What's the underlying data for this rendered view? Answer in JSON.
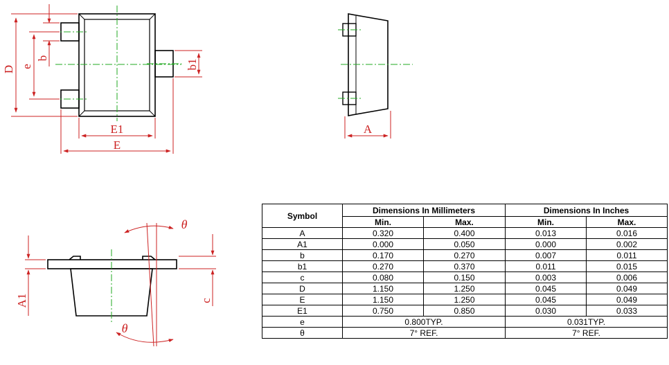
{
  "drawing": {
    "colors": {
      "outline": "#000000",
      "dimension": "#cc2222",
      "centerline": "#22aa22"
    },
    "labels": {
      "D": "D",
      "e": "e",
      "b": "b",
      "b1": "b1",
      "E1": "E1",
      "E": "E",
      "A": "A",
      "A1": "A1",
      "c": "c",
      "theta_top": "θ",
      "theta_bottom": "θ"
    }
  },
  "table": {
    "symbol_header": "Symbol",
    "group_headers": [
      "Dimensions In Millimeters",
      "Dimensions In Inches"
    ],
    "sub_headers": [
      "Min.",
      "Max.",
      "Min.",
      "Max."
    ],
    "rows": [
      {
        "symbol": "A",
        "values": [
          "0.320",
          "0.400",
          "0.013",
          "0.016"
        ]
      },
      {
        "symbol": "A1",
        "values": [
          "0.000",
          "0.050",
          "0.000",
          "0.002"
        ]
      },
      {
        "symbol": "b",
        "values": [
          "0.170",
          "0.270",
          "0.007",
          "0.011"
        ]
      },
      {
        "symbol": "b1",
        "values": [
          "0.270",
          "0.370",
          "0.011",
          "0.015"
        ]
      },
      {
        "symbol": "c",
        "values": [
          "0.080",
          "0.150",
          "0.003",
          "0.006"
        ]
      },
      {
        "symbol": "D",
        "values": [
          "1.150",
          "1.250",
          "0.045",
          "0.049"
        ]
      },
      {
        "symbol": "E",
        "values": [
          "1.150",
          "1.250",
          "0.045",
          "0.049"
        ]
      },
      {
        "symbol": "E1",
        "values": [
          "0.750",
          "0.850",
          "0.030",
          "0.033"
        ]
      }
    ],
    "typ_rows": [
      {
        "symbol": "e",
        "mm": "0.800TYP.",
        "inch": "0.031TYP."
      },
      {
        "symbol": "θ",
        "mm": "7° REF.",
        "inch": "7° REF."
      }
    ]
  }
}
